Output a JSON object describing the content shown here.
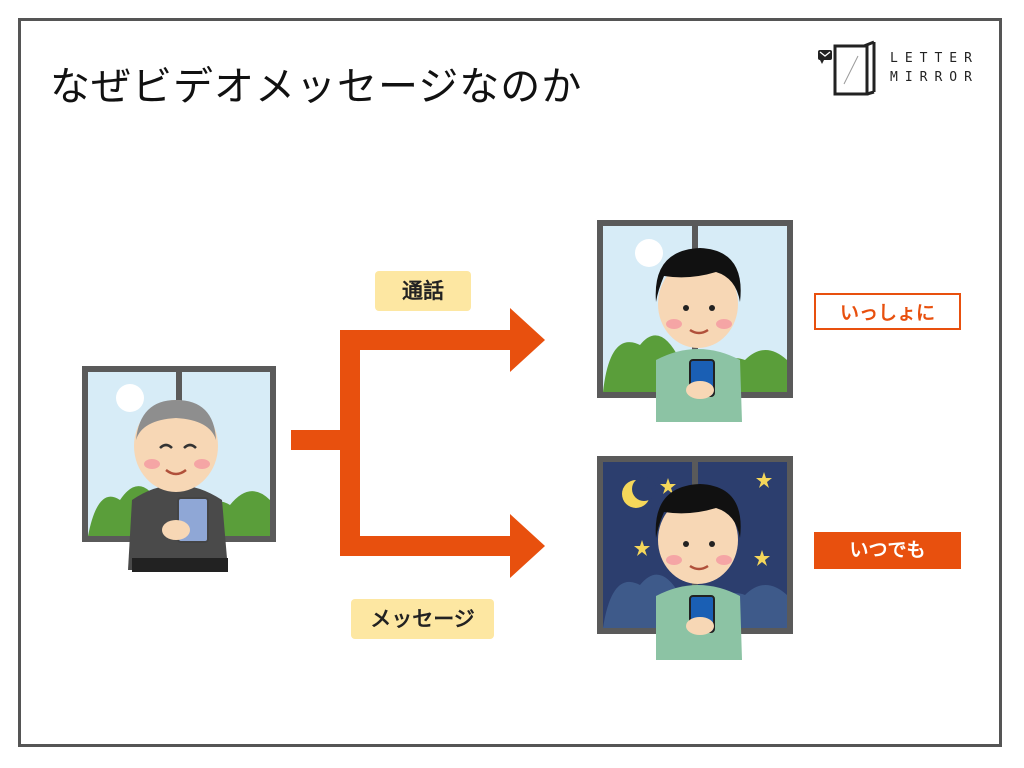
{
  "slide": {
    "title": "なぜビデオメッセージなのか"
  },
  "logo": {
    "line1": "LETTER",
    "line2": "MIRROR",
    "icon": "mirror-envelope-icon"
  },
  "diagram": {
    "sender": {
      "icon": "grandpa-with-phone-icon"
    },
    "branches": [
      {
        "label": "通話",
        "scene": "day-window-boy-icon",
        "tag": "いっしょに"
      },
      {
        "label": "メッセージ",
        "scene": "night-window-boy-icon",
        "tag": "いつでも"
      }
    ]
  },
  "colors": {
    "accent": "#e8500e",
    "label_bg": "#fde7a2",
    "frame": "#555555"
  }
}
